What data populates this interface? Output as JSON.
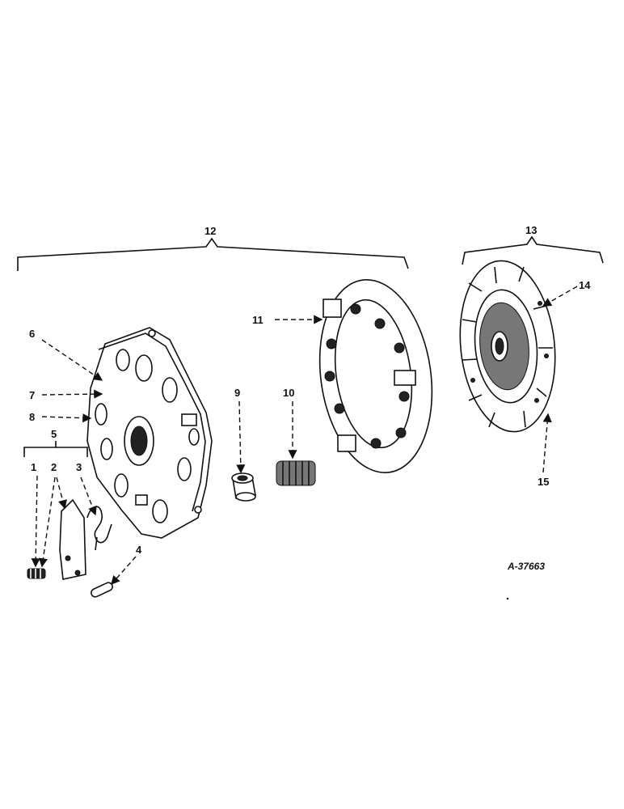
{
  "callouts": {
    "c1": "1",
    "c2": "2",
    "c3": "3",
    "c4": "4",
    "c5": "5",
    "c6": "6",
    "c7": "7",
    "c8": "8",
    "c9": "9",
    "c10": "10",
    "c11": "11",
    "c12": "12",
    "c13": "13",
    "c14": "14",
    "c15": "15"
  },
  "drawing_code": "A-37663",
  "colors": {
    "ink": "#111111",
    "paper": "#ffffff"
  }
}
